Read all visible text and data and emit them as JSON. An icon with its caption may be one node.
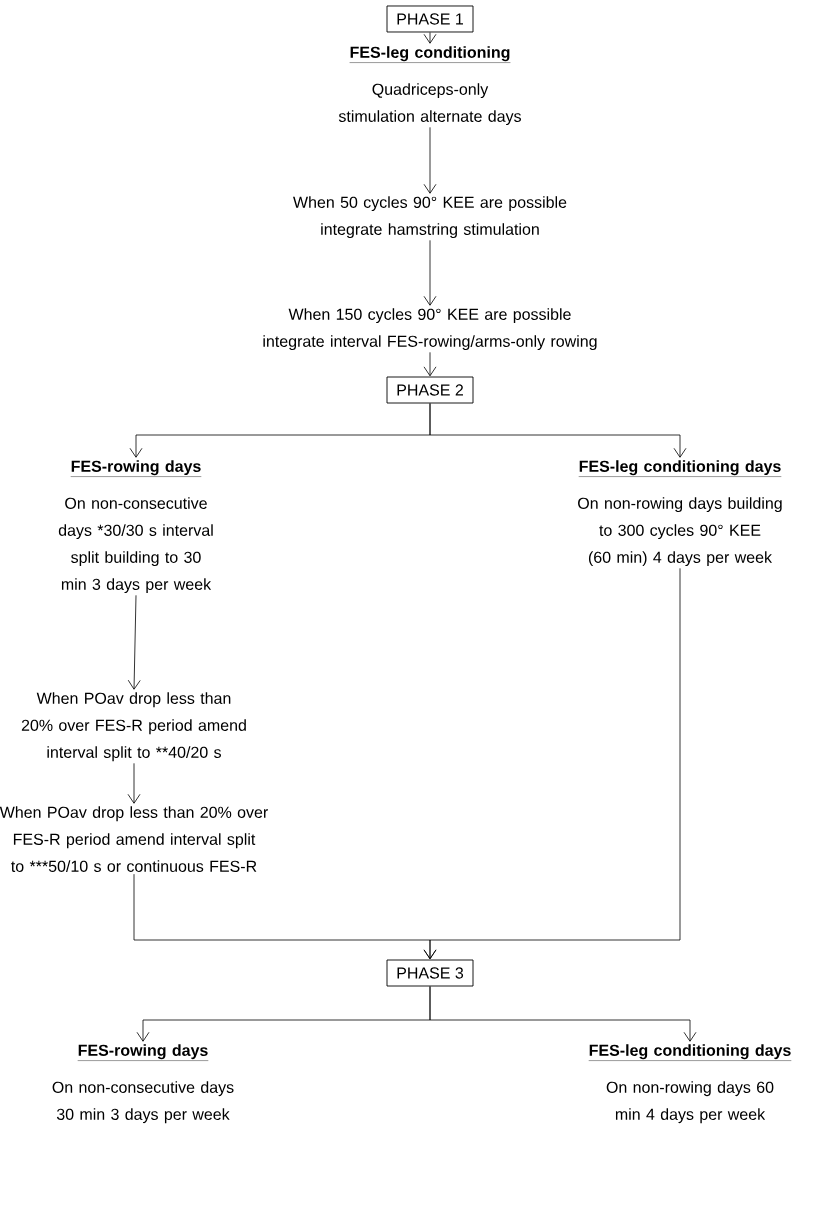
{
  "diagram": {
    "nodes": [
      {
        "text": [
          "PHASE 1"
        ]
      },
      {
        "text": [
          "FES-leg conditioning",
          "Quadriceps-only stimulation alternate days"
        ]
      },
      {
        "text": [
          "When 50 cycles 90° KEE are possible integrate hamstring stimulation"
        ]
      },
      {
        "text": [
          "When 150 cycles 90° KEE are possible integrate interval FES-rowing/arms-only rowing"
        ]
      },
      {
        "text": [
          "PHASE 2"
        ]
      },
      {
        "text": [
          "FES-rowing days",
          "On non-consecutive days *30/30 s interval split building to 30 min 3 days per week"
        ]
      },
      {
        "text": [
          "When POav drop less than 20% over FES-R period amend interval split to **40/20 s"
        ]
      },
      {
        "text": [
          "When POav drop less than 20% over FES-R period amend interval split to ***50/10 s or continuous FES-R"
        ]
      },
      {
        "text": [
          "FES-leg conditioning days",
          "On non-rowing days building to 300 cycles 90° KEE (60 min) 4 days per week"
        ]
      },
      {
        "text": [
          "PHASE 3"
        ]
      },
      {
        "text": [
          "FES-rowing days",
          "On non-consecutive days 30 min 3 days per week"
        ]
      },
      {
        "text": [
          "FES-leg conditioning days",
          "On non-rowing days 60 min 4 days per week"
        ]
      }
    ],
    "edges": [
      {
        "from": 0,
        "to": 1,
        "arrow": "to"
      },
      {
        "from": 1,
        "to": 2,
        "arrow": "to"
      },
      {
        "from": 2,
        "to": 3,
        "arrow": "to"
      },
      {
        "from": 3,
        "to": 4,
        "arrow": "to"
      },
      {
        "from": 4,
        "to": 5,
        "arrow": "to"
      },
      {
        "from": 4,
        "to": 8,
        "arrow": "to"
      },
      {
        "from": 5,
        "to": 6,
        "arrow": "to"
      },
      {
        "from": 6,
        "to": 7,
        "arrow": "to"
      },
      {
        "from": 7,
        "to": 9,
        "arrow": "to"
      },
      {
        "from": 8,
        "to": 9,
        "arrow": "to"
      },
      {
        "from": 9,
        "to": 10,
        "arrow": "to"
      },
      {
        "from": 9,
        "to": 11,
        "arrow": "to"
      }
    ]
  }
}
